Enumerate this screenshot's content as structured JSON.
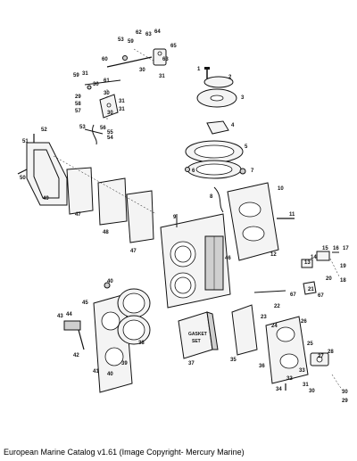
{
  "caption": "European Marine Catalog v1.61 (Image Copyright- Mercury Marine)",
  "gasket_set_box": {
    "line1": "GASKET",
    "line2": "SET"
  },
  "part_numbers": [
    {
      "id": "p1",
      "label": "62"
    },
    {
      "id": "p2",
      "label": "63"
    },
    {
      "id": "p3",
      "label": "64"
    },
    {
      "id": "p4",
      "label": "59"
    },
    {
      "id": "p5",
      "label": "53"
    },
    {
      "id": "p6",
      "label": "65"
    },
    {
      "id": "p7",
      "label": "63"
    },
    {
      "id": "p8",
      "label": "60"
    },
    {
      "id": "p9",
      "label": "30"
    },
    {
      "id": "p10",
      "label": "31"
    },
    {
      "id": "p11",
      "label": "1"
    },
    {
      "id": "p12",
      "label": "2"
    },
    {
      "id": "p13",
      "label": "59"
    },
    {
      "id": "p14",
      "label": "31"
    },
    {
      "id": "p15",
      "label": "61"
    },
    {
      "id": "p16",
      "label": "30"
    },
    {
      "id": "p17",
      "label": "29"
    },
    {
      "id": "p18",
      "label": "30"
    },
    {
      "id": "p19",
      "label": "58"
    },
    {
      "id": "p20",
      "label": "57"
    },
    {
      "id": "p21",
      "label": "31"
    },
    {
      "id": "p22",
      "label": "31"
    },
    {
      "id": "p23",
      "label": "3"
    },
    {
      "id": "p24",
      "label": "30"
    },
    {
      "id": "p25",
      "label": "4"
    },
    {
      "id": "p26",
      "label": "53"
    },
    {
      "id": "p27",
      "label": "56"
    },
    {
      "id": "p28",
      "label": "55"
    },
    {
      "id": "p29",
      "label": "54"
    },
    {
      "id": "p30",
      "label": "52"
    },
    {
      "id": "p31",
      "label": "51"
    },
    {
      "id": "p32",
      "label": "5"
    },
    {
      "id": "p33",
      "label": "6"
    },
    {
      "id": "p34",
      "label": "7"
    },
    {
      "id": "p35",
      "label": "50"
    },
    {
      "id": "p36",
      "label": "49"
    },
    {
      "id": "p37",
      "label": "8"
    },
    {
      "id": "p38",
      "label": "10"
    },
    {
      "id": "p39",
      "label": "47"
    },
    {
      "id": "p40",
      "label": "9"
    },
    {
      "id": "p41",
      "label": "11"
    },
    {
      "id": "p42",
      "label": "48"
    },
    {
      "id": "p43",
      "label": "47"
    },
    {
      "id": "p44",
      "label": "46"
    },
    {
      "id": "p45",
      "label": "15"
    },
    {
      "id": "p46",
      "label": "16"
    },
    {
      "id": "p47",
      "label": "17"
    },
    {
      "id": "p48",
      "label": "12"
    },
    {
      "id": "p49",
      "label": "13"
    },
    {
      "id": "p50",
      "label": "14"
    },
    {
      "id": "p51",
      "label": "19"
    },
    {
      "id": "p52",
      "label": "18"
    },
    {
      "id": "p53",
      "label": "20"
    },
    {
      "id": "p54",
      "label": "21"
    },
    {
      "id": "p55",
      "label": "40"
    },
    {
      "id": "p56",
      "label": "45"
    },
    {
      "id": "p57",
      "label": "67"
    },
    {
      "id": "p58",
      "label": "67"
    },
    {
      "id": "p59",
      "label": "44"
    },
    {
      "id": "p60",
      "label": "43"
    },
    {
      "id": "p61",
      "label": "22"
    },
    {
      "id": "p62",
      "label": "23"
    },
    {
      "id": "p63",
      "label": "26"
    },
    {
      "id": "p64",
      "label": "24"
    },
    {
      "id": "p65",
      "label": "38"
    },
    {
      "id": "p66",
      "label": "42"
    },
    {
      "id": "p67",
      "label": "39"
    },
    {
      "id": "p68",
      "label": "36"
    },
    {
      "id": "p69",
      "label": "37"
    },
    {
      "id": "p70",
      "label": "25"
    },
    {
      "id": "p71",
      "label": "28"
    },
    {
      "id": "p72",
      "label": "27"
    },
    {
      "id": "p73",
      "label": "41"
    },
    {
      "id": "p74",
      "label": "40"
    },
    {
      "id": "p75",
      "label": "35"
    },
    {
      "id": "p76",
      "label": "33"
    },
    {
      "id": "p77",
      "label": "32"
    },
    {
      "id": "p78",
      "label": "31"
    },
    {
      "id": "p79",
      "label": "34"
    },
    {
      "id": "p80",
      "label": "30"
    },
    {
      "id": "p81",
      "label": "30"
    },
    {
      "id": "p82",
      "label": "29"
    }
  ]
}
